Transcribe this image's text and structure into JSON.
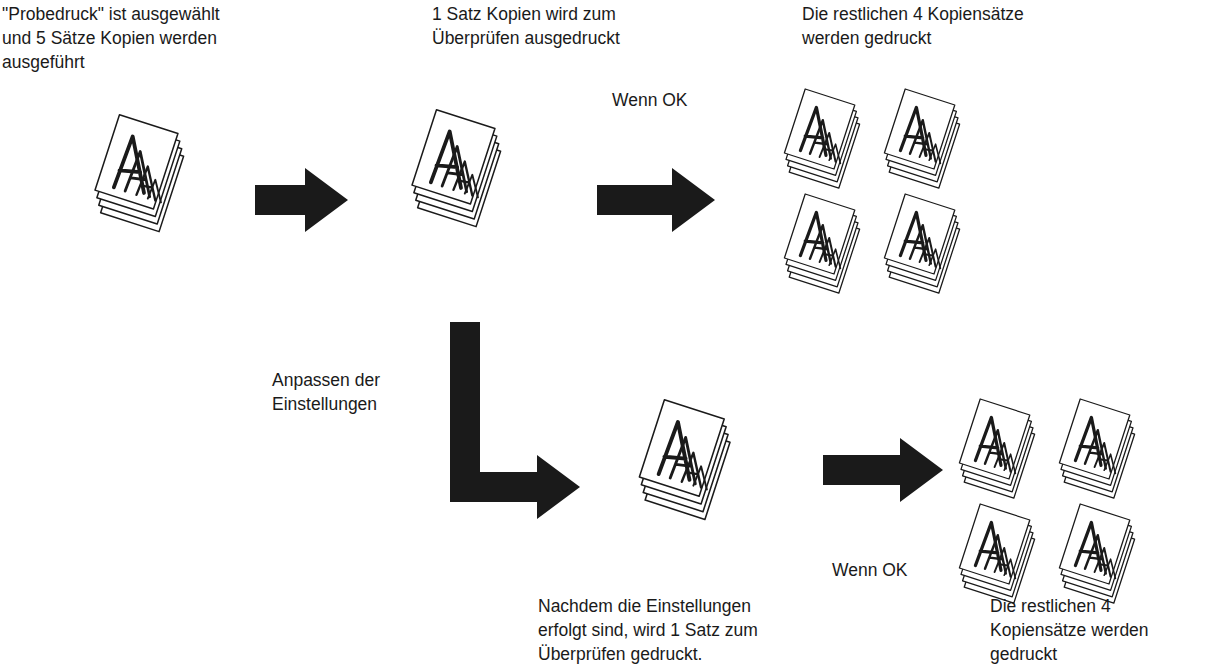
{
  "diagram": {
    "labels": [
      "\"Probedruck\" ist ausgewählt und 5 Sätze Kopien werden ausgeführt",
      "1 Satz Kopien wird zum Überprüfen ausgedruckt",
      "Wenn OK",
      "Die restlichen 4 Kopiensätze werden gedruckt",
      "Anpassen der Einstellungen",
      "Wenn OK",
      "Nachdem die Einstellungen erfolgt sind, wird 1 Satz zum Überprüfen gedruckt.",
      "Die restlichen 4 Kopiensätze werden gedruckt"
    ]
  }
}
